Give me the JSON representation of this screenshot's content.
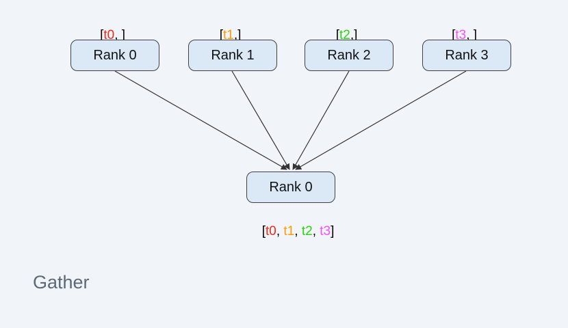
{
  "canvas": {
    "background_color": "#f1f4f8"
  },
  "node_style": {
    "fill": "#dbe8f6",
    "border_color": "#404040"
  },
  "arrow_color": "#333333",
  "title": {
    "text": "Gather",
    "color": "#5c6a76"
  },
  "top_nodes": [
    {
      "box_label": "Rank 0",
      "label_parts": [
        {
          "text": "[",
          "color": "#000000"
        },
        {
          "text": "t0",
          "color": "#ed2b15"
        },
        {
          "text": ", ]",
          "color": "#000000"
        }
      ]
    },
    {
      "box_label": "Rank 1",
      "label_parts": [
        {
          "text": "[",
          "color": "#000000"
        },
        {
          "text": "t1",
          "color": "#ff9900"
        },
        {
          "text": ",]",
          "color": "#000000"
        }
      ]
    },
    {
      "box_label": "Rank 2",
      "label_parts": [
        {
          "text": "[",
          "color": "#000000"
        },
        {
          "text": "t2",
          "color": "#2cd30e"
        },
        {
          "text": ",]",
          "color": "#000000"
        }
      ]
    },
    {
      "box_label": "Rank 3",
      "label_parts": [
        {
          "text": "[",
          "color": "#000000"
        },
        {
          "text": "t3",
          "color": "#fb4dfb"
        },
        {
          "text": ", ]",
          "color": "#000000"
        }
      ]
    }
  ],
  "bottom_node": {
    "box_label": "Rank 0",
    "label_parts": [
      {
        "text": "[",
        "color": "#000000"
      },
      {
        "text": "t0",
        "color": "#ed2b15"
      },
      {
        "text": ", ",
        "color": "#000000"
      },
      {
        "text": "t1",
        "color": "#ff9900"
      },
      {
        "text": ", ",
        "color": "#000000"
      },
      {
        "text": "t2",
        "color": "#2cd30e"
      },
      {
        "text": ", ",
        "color": "#000000"
      },
      {
        "text": "t3",
        "color": "#fb4dfb"
      },
      {
        "text": "]",
        "color": "#000000"
      }
    ]
  }
}
